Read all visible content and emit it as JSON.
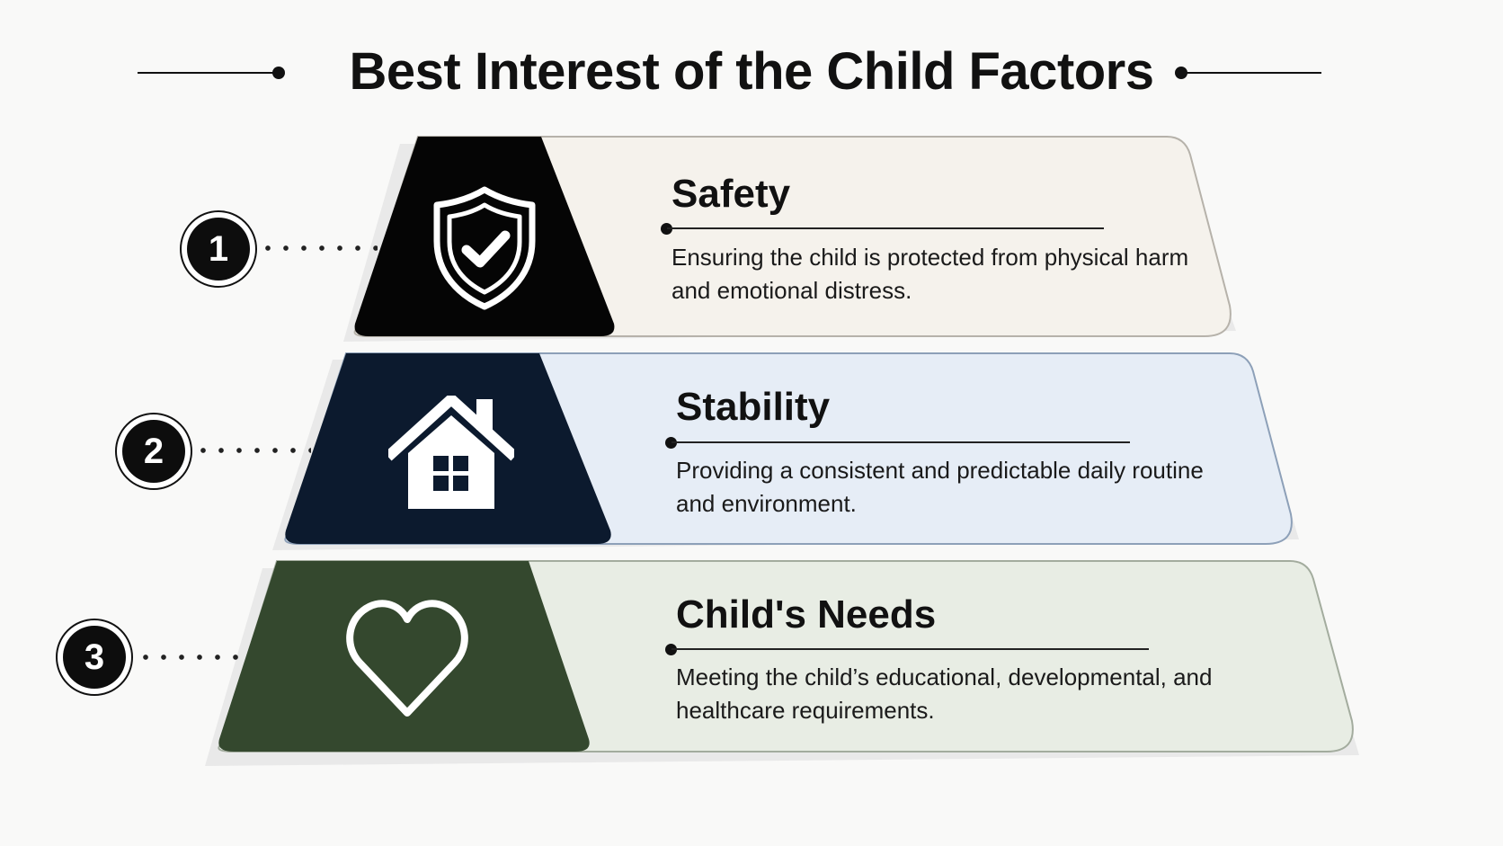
{
  "title": "Best Interest of the Child Factors",
  "colors": {
    "safety_dark": "#050505",
    "safety_light": "#f5f2ec",
    "stability_dark": "#0c1a2e",
    "stability_light": "#e6edf6",
    "needs_dark": "#34482e",
    "needs_light": "#e8ede4"
  },
  "factors": [
    {
      "number": "1",
      "title": "Safety",
      "description": "Ensuring the child is protected from physical harm and emotional distress.",
      "icon": "shield-check-icon"
    },
    {
      "number": "2",
      "title": "Stability",
      "description": "Providing a consistent and predictable daily routine and environment.",
      "icon": "house-icon"
    },
    {
      "number": "3",
      "title": "Child's Needs",
      "description": "Meeting the child’s educational, developmental, and healthcare requirements.",
      "icon": "heart-icon"
    }
  ]
}
